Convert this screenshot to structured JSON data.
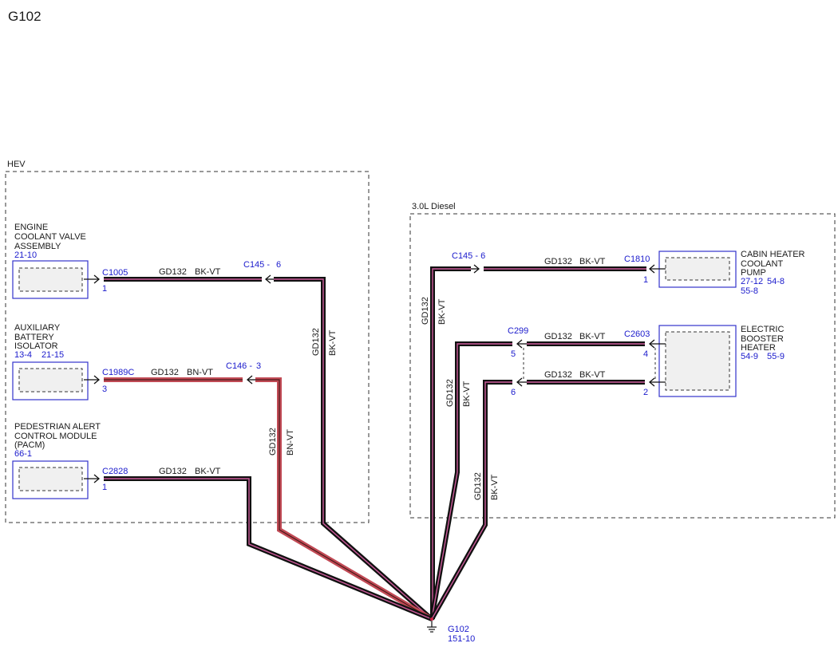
{
  "page_title": "G102",
  "regions": {
    "hev": "HEV",
    "diesel": "3.0L Diesel"
  },
  "components": {
    "engine_coolant_valve": {
      "line1": "ENGINE",
      "line2": "COOLANT VALVE",
      "line3": "ASSEMBLY",
      "ref": "21-10"
    },
    "aux_battery_isolator": {
      "line1": "AUXILIARY",
      "line2": "BATTERY",
      "line3": "ISOLATOR",
      "ref1": "13-4",
      "ref2": "21-15"
    },
    "pacm": {
      "line1": "PEDESTRIAN ALERT",
      "line2": "CONTROL MODULE",
      "line3": "(PACM)",
      "ref": "66-1"
    },
    "cabin_heater_pump": {
      "line1": "CABIN HEATER",
      "line2": "COOLANT",
      "line3": "PUMP",
      "ref1": "27-12",
      "ref2": "54-8",
      "ref3": "55-8"
    },
    "electric_booster_heater": {
      "line1": "ELECTRIC",
      "line2": "BOOSTER",
      "line3": "HEATER",
      "ref1": "54-9",
      "ref2": "55-9"
    }
  },
  "connectors": {
    "c1005": {
      "id": "C1005",
      "pin": "1"
    },
    "c1989c": {
      "id": "C1989C",
      "pin": "3"
    },
    "c2828": {
      "id": "C2828",
      "pin": "1"
    },
    "c145_hev": {
      "id": "C145 -",
      "pin": "6"
    },
    "c146": {
      "id": "C146 -",
      "pin": "3"
    },
    "c145_diesel": {
      "id": "C145 - 6"
    },
    "c1810": {
      "id": "C1810",
      "pin": "1"
    },
    "c2603": {
      "id": "C2603",
      "pin_top": "4",
      "pin_bottom": "2"
    },
    "c299": {
      "id": "C299",
      "pin_top": "5",
      "pin_bottom": "6"
    }
  },
  "wires": {
    "w1": {
      "circuit": "GD132",
      "color": "BK-VT"
    },
    "w2": {
      "circuit": "GD132",
      "color": "BN-VT"
    },
    "w3": {
      "circuit": "GD132",
      "color": "BK-VT"
    },
    "w_vert_hev1": {
      "circuit": "GD132",
      "color": "BK-VT"
    },
    "w_vert_hev2": {
      "circuit": "GD132",
      "color": "BN-VT"
    },
    "w_diesel_top": {
      "circuit": "GD132",
      "color": "BK-VT"
    },
    "w_diesel_mid": {
      "circuit": "GD132",
      "color": "BK-VT"
    },
    "w_diesel_bot": {
      "circuit": "GD132",
      "color": "BK-VT"
    },
    "w_vert_d1": {
      "circuit": "GD132",
      "color": "BK-VT"
    },
    "w_vert_d2": {
      "circuit": "GD132",
      "color": "BK-VT"
    },
    "w_vert_d3": {
      "circuit": "GD132",
      "color": "BK-VT"
    }
  },
  "ground": {
    "id": "G102",
    "ref": "151-10"
  },
  "colors": {
    "wire_black": "#111111",
    "wire_violet": "#cc5a9a",
    "wire_brown": "#c14a55",
    "accent_blue": "#1a1acc"
  }
}
